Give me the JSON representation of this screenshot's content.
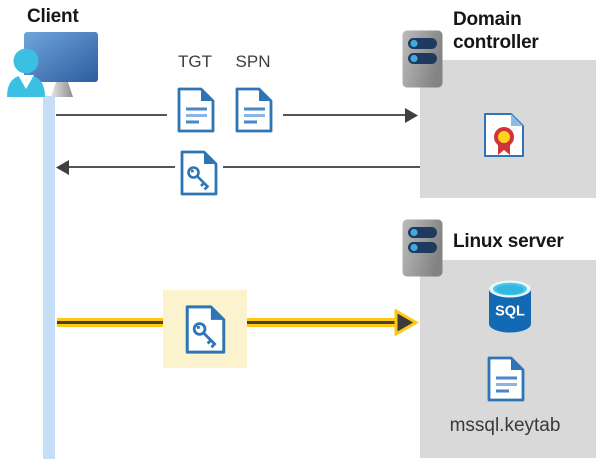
{
  "diagram": {
    "client": {
      "label": "Client"
    },
    "tickets": {
      "tgt": "TGT",
      "spn": "SPN"
    },
    "domain_controller": {
      "label": "Domain controller"
    },
    "linux_server": {
      "label": "Linux server",
      "database_label": "SQL",
      "keytab_file": "mssql.keytab"
    },
    "colors": {
      "doc_blue": "#2E75B6",
      "doc_line_light": "#8AB4E2",
      "lifeline_blue": "#C5DDF6",
      "arrow_gray": "#555555",
      "arrowhead_gray": "#3F3F3F",
      "highlight_yellow": "#FFC814",
      "highlight_bg": "#FBF3CE",
      "box_gray": "#D9D9D9",
      "server_pill_navy": "#20395E",
      "server_dot_blue": "#3FAADC",
      "sql_body_blue": "#1269B4",
      "sql_top_cyan": "#49C7E8",
      "certificate_red": "#D13438",
      "certificate_yellow": "#FFD21E",
      "person_cyan": "#3BC0E4",
      "monitor_blue_dark": "#2E5C9E"
    }
  }
}
